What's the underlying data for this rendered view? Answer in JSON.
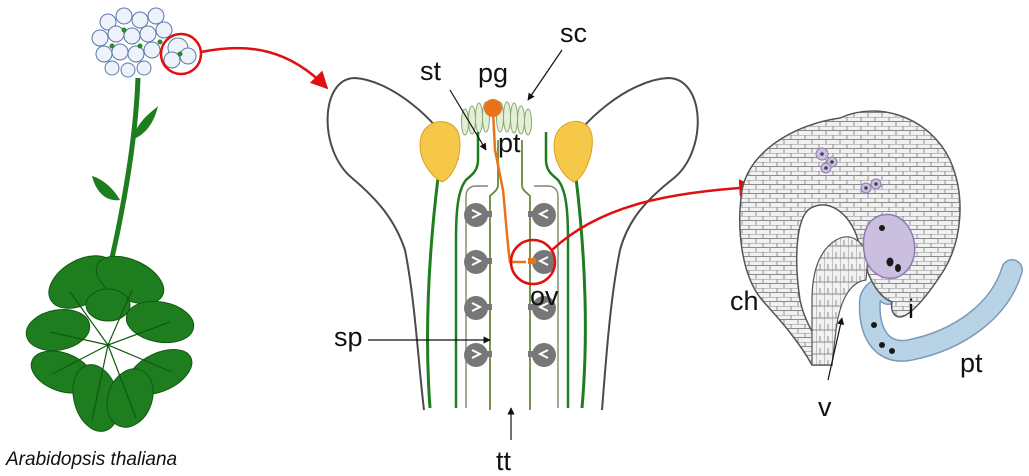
{
  "diagram": {
    "species_caption": "Arabidopsis thaliana",
    "labels": {
      "st": "st",
      "pg": "pg",
      "sc": "sc",
      "pt_pistil": "pt",
      "ov": "ov",
      "sp": "sp",
      "tt": "tt",
      "ch": "ch",
      "i": "i",
      "pt_ovule": "pt",
      "v": "v"
    },
    "colors": {
      "plant_green": "#1e7d1e",
      "pistil_outline": "#4a4a4a",
      "stamen_yellow": "#f6c84a",
      "ovule_gray": "#777777",
      "pollen_orange": "#e8731b",
      "callout_red": "#e01010",
      "ovule_cell_gray": "#bdbdbd",
      "embryo_sac_lavender": "#cbbfe0",
      "pollen_tube_blue": "#b9d3e6"
    }
  }
}
